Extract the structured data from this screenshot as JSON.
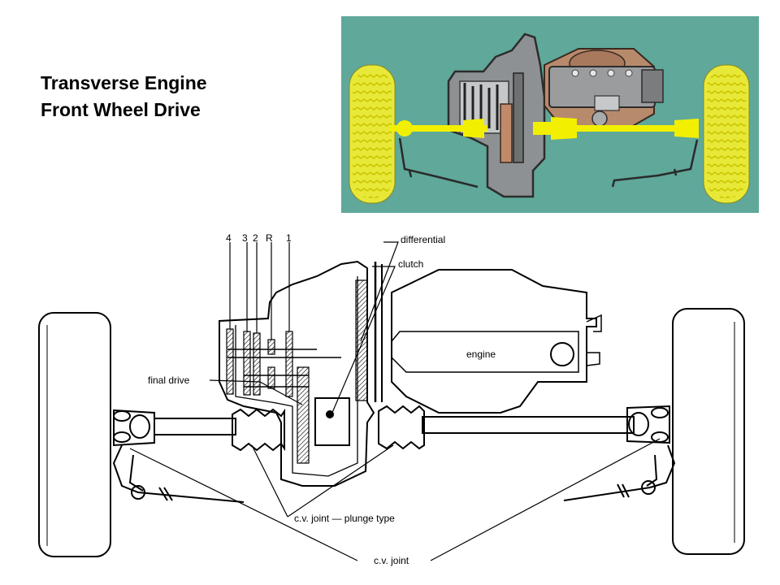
{
  "title": {
    "line1": "Transverse Engine",
    "line2": "Front Wheel Drive"
  },
  "photo": {
    "background_color": "#5fa89a",
    "tire_color": "#e8e838",
    "shaft_color": "#f2f000"
  },
  "diagram": {
    "gear_labels": [
      "4",
      "3",
      "2",
      "R",
      "1"
    ],
    "labels": {
      "differential": "differential",
      "clutch": "clutch",
      "engine": "engine",
      "final_drive": "final drive",
      "cv_plunge": "c.v. joint — plunge type",
      "cv_joint": "c.v. joint"
    }
  }
}
